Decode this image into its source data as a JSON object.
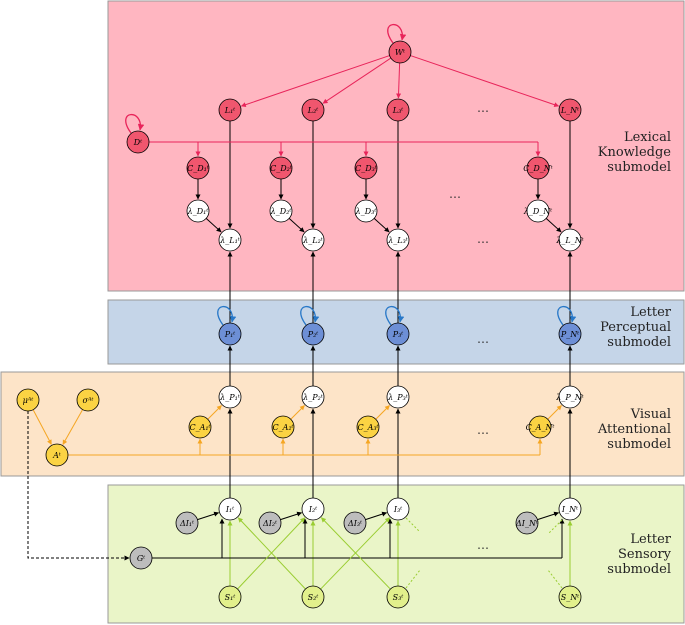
{
  "submodels": {
    "lexical": {
      "lines": [
        "Lexical",
        "Knowledge",
        "submodel"
      ],
      "fill": "#ffb6c1",
      "stroke": "#999999"
    },
    "perceptual": {
      "lines": [
        "Letter",
        "Perceptual",
        "submodel"
      ],
      "fill": "#c5d5e8",
      "stroke": "#999999"
    },
    "attention": {
      "lines": [
        "Visual",
        "Attentional",
        "submodel"
      ],
      "fill": "#fde4c8",
      "stroke": "#999999"
    },
    "sensory": {
      "lines": [
        "Letter",
        "Sensory",
        "submodel"
      ],
      "fill": "#eaf5c8",
      "stroke": "#999999"
    }
  },
  "colors": {
    "lexical_node": "#f0566e",
    "perceptual_node": "#6d8fd6",
    "attention_node": "#fbd343",
    "sensory_node": "#e2f08c",
    "gray_node": "#bdbdbd",
    "white_node": "#ffffff",
    "lexical_edge": "#e8245a",
    "perceptual_edge": "#2878c8",
    "attention_edge": "#f5a623",
    "sensory_edge": "#9acd32",
    "black_edge": "#000000"
  },
  "ellipsis": "…",
  "labels": {
    "W": "Wᵗ",
    "D": "Dᵗ",
    "A": "Aᵗ",
    "G": "Gᵗ",
    "muA": "μᴬᵗ",
    "sigmaA": "σᴬᵗ",
    "columns": [
      {
        "L": "L₁ᵗ",
        "CD": "C_D₁ᵗ",
        "lamD": "λ_D₁ᵗ",
        "lamL": "λ_L₁ᵗ",
        "P": "P₁ᵗ",
        "lamP": "λ_P₁ᵗ",
        "CA": "C_A₁ᵗ",
        "I": "I₁ᵗ",
        "dI": "ΔI₁ᵗ",
        "S": "S₁ᵗ"
      },
      {
        "L": "L₂ᵗ",
        "CD": "C_D₂ᵗ",
        "lamD": "λ_D₂ᵗ",
        "lamL": "λ_L₂ᵗ",
        "P": "P₂ᵗ",
        "lamP": "λ_P₂ᵗ",
        "CA": "C_A₂ᵗ",
        "I": "I₂ᵗ",
        "dI": "ΔI₂ᵗ",
        "S": "S₂ᵗ"
      },
      {
        "L": "L₃ᵗ",
        "CD": "C_D₃ᵗ",
        "lamD": "λ_D₃ᵗ",
        "lamL": "λ_L₃ᵗ",
        "P": "P₃ᵗ",
        "lamP": "λ_P₃ᵗ",
        "CA": "C_A₃ᵗ",
        "I": "I₃ᵗ",
        "dI": "ΔI₃ᵗ",
        "S": "S₃ᵗ"
      },
      {
        "L": "L_Nᵗ",
        "CD": "C_D_Nᵗ",
        "lamD": "λ_D_Nᵗ",
        "lamL": "λ_L_Nᵗ",
        "P": "P_Nᵗ",
        "lamP": "λ_P_Nᵗ",
        "CA": "C_A_Nᵗ",
        "I": "I_Nᵗ",
        "dI": "ΔI_Nᵗ",
        "S": "S_Nᵗ"
      }
    ]
  }
}
